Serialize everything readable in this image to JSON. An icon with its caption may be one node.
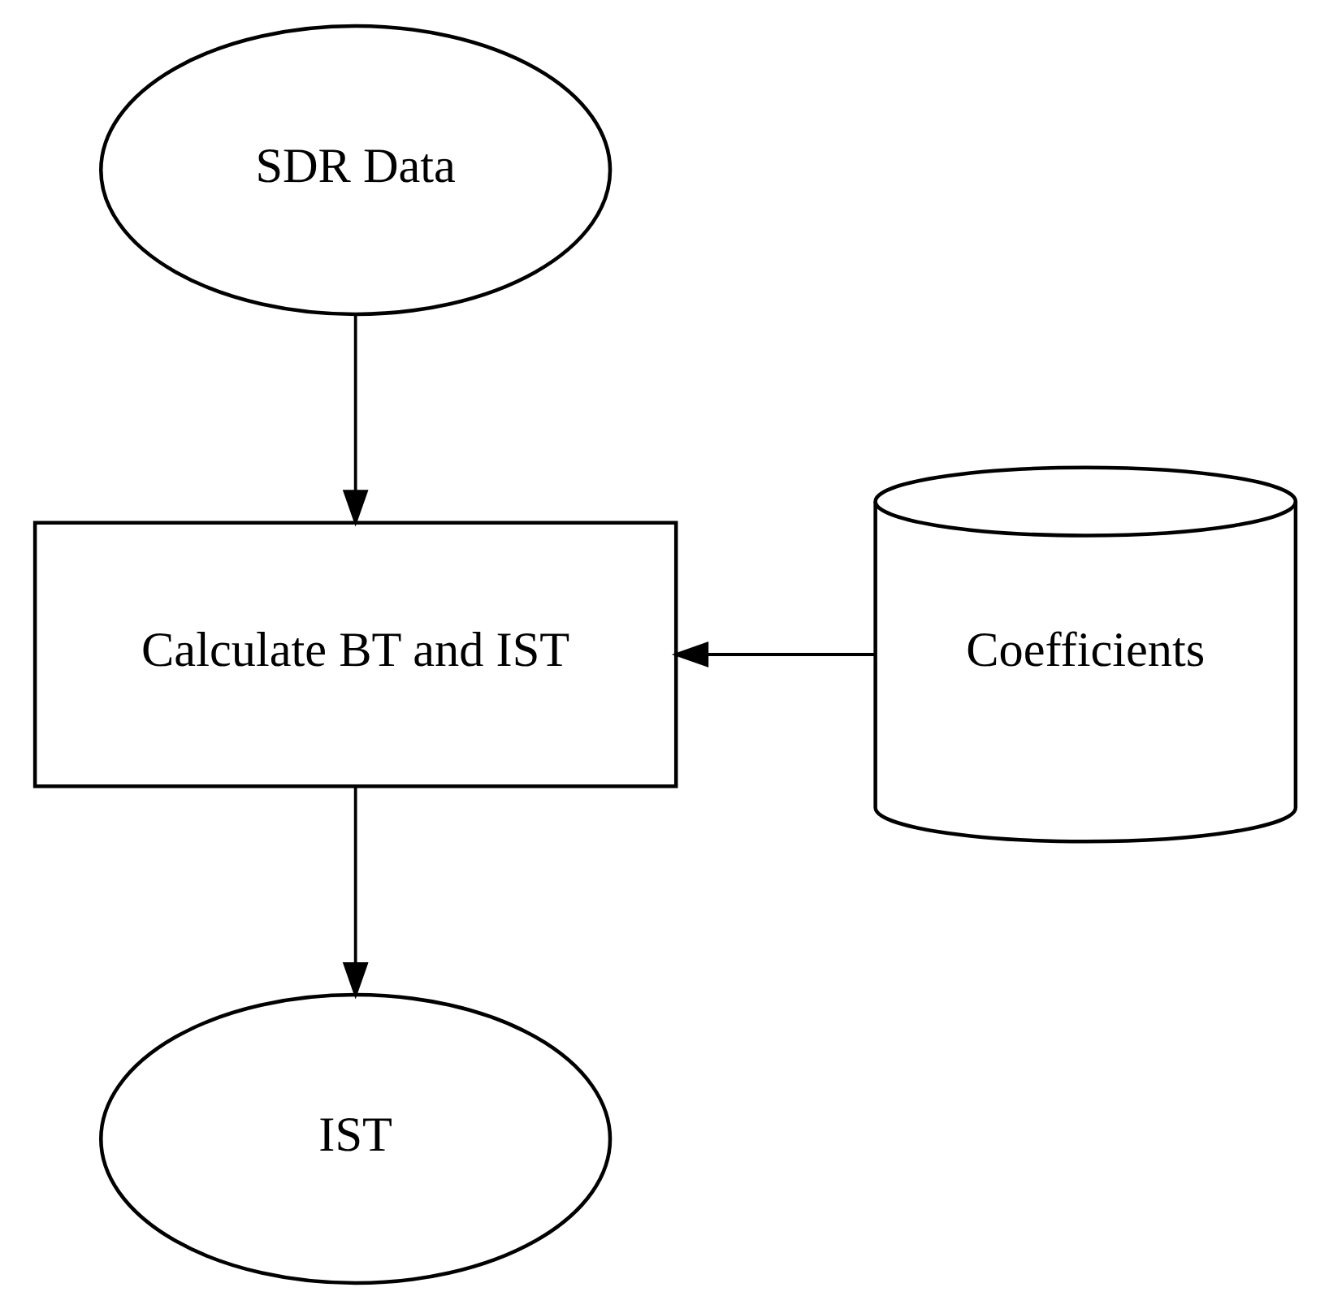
{
  "diagram": {
    "nodes": [
      {
        "text": [
          "SDR Data"
        ]
      },
      {
        "text": [
          "Calculate BT and IST"
        ]
      },
      {
        "text": [
          "Coefficients"
        ]
      },
      {
        "text": [
          "IST"
        ]
      }
    ],
    "edges": [
      {
        "from": 0,
        "to": 1,
        "arrow": "to"
      },
      {
        "from": 2,
        "to": 1,
        "arrow": "to"
      },
      {
        "from": 1,
        "to": 3,
        "arrow": "to"
      }
    ]
  }
}
